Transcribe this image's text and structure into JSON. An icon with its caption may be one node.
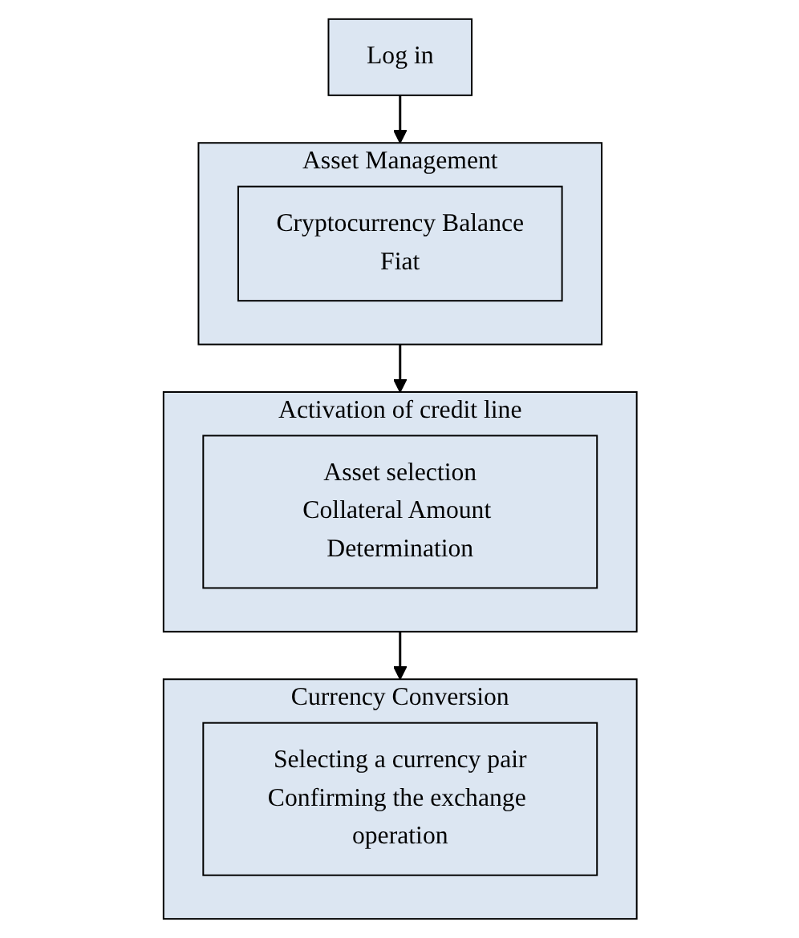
{
  "diagram": {
    "nodes": [
      {
        "text": [
          "Log in"
        ]
      },
      {
        "text": [
          "Asset Management"
        ]
      },
      {
        "text": [
          "Cryptocurrency Balance",
          "Fiat"
        ],
        "in": 1
      },
      {
        "text": [
          "Activation of credit line"
        ]
      },
      {
        "text": [
          "Asset selection",
          "Collateral Amount Determination"
        ],
        "in": 3
      },
      {
        "text": [
          "Currency Conversion"
        ]
      },
      {
        "text": [
          "Selecting a currency pair",
          "Confirming the exchange operation"
        ],
        "in": 5
      }
    ],
    "edges": [
      {
        "from": 0,
        "to": 1,
        "arrow": "to"
      },
      {
        "from": 1,
        "to": 3,
        "arrow": "to"
      },
      {
        "from": 3,
        "to": 5,
        "arrow": "to"
      }
    ]
  }
}
